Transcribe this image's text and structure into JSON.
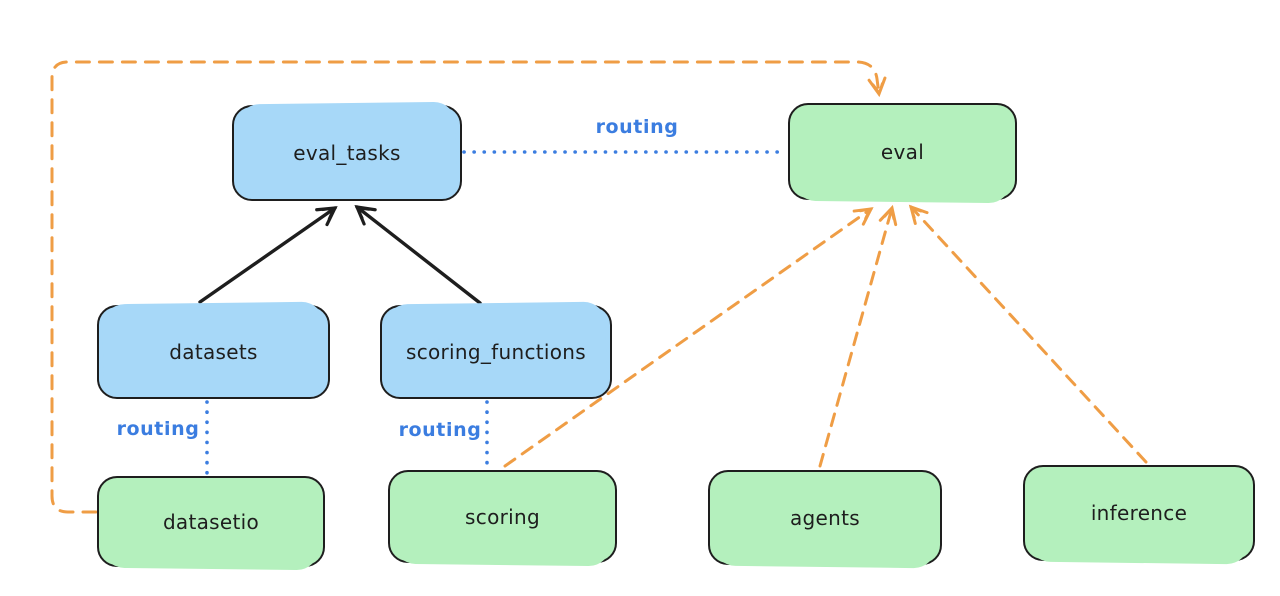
{
  "palette": {
    "background": "#ffffff",
    "registry_fill_blue": "#a7d8f8",
    "provider_fill_green": "#b4f0bd",
    "ink_stroke": "#1e1e1e",
    "routing_blue": "#3b7de0",
    "dependency_orange": "#ef9d45"
  },
  "nodes": [
    {
      "id": "eval_tasks",
      "label": "eval_tasks",
      "color": "blue"
    },
    {
      "id": "eval",
      "label": "eval",
      "color": "green"
    },
    {
      "id": "datasets",
      "label": "datasets",
      "color": "blue"
    },
    {
      "id": "scoring_functions",
      "label": "scoring_functions",
      "color": "blue"
    },
    {
      "id": "datasetio",
      "label": "datasetio",
      "color": "green"
    },
    {
      "id": "scoring",
      "label": "scoring",
      "color": "green"
    },
    {
      "id": "agents",
      "label": "agents",
      "color": "green"
    },
    {
      "id": "inference",
      "label": "inference",
      "color": "green"
    }
  ],
  "edges": [
    {
      "from": "datasets",
      "to": "eval_tasks",
      "style": "solid",
      "arrow": true,
      "color": "#1e1e1e"
    },
    {
      "from": "scoring_functions",
      "to": "eval_tasks",
      "style": "solid",
      "arrow": true,
      "color": "#1e1e1e"
    },
    {
      "from": "eval_tasks",
      "to": "eval",
      "style": "dotted",
      "arrow": false,
      "label": "routing",
      "color": "#3b7de0"
    },
    {
      "from": "datasets",
      "to": "datasetio",
      "style": "dotted",
      "arrow": false,
      "label": "routing",
      "color": "#3b7de0"
    },
    {
      "from": "scoring_functions",
      "to": "scoring",
      "style": "dotted",
      "arrow": false,
      "label": "routing",
      "color": "#3b7de0"
    },
    {
      "from": "datasetio",
      "to": "eval",
      "style": "dashed",
      "arrow": true,
      "color": "#ef9d45"
    },
    {
      "from": "scoring",
      "to": "eval",
      "style": "dashed",
      "arrow": true,
      "color": "#ef9d45"
    },
    {
      "from": "agents",
      "to": "eval",
      "style": "dashed",
      "arrow": true,
      "color": "#ef9d45"
    },
    {
      "from": "inference",
      "to": "eval",
      "style": "dashed",
      "arrow": true,
      "color": "#ef9d45"
    }
  ]
}
